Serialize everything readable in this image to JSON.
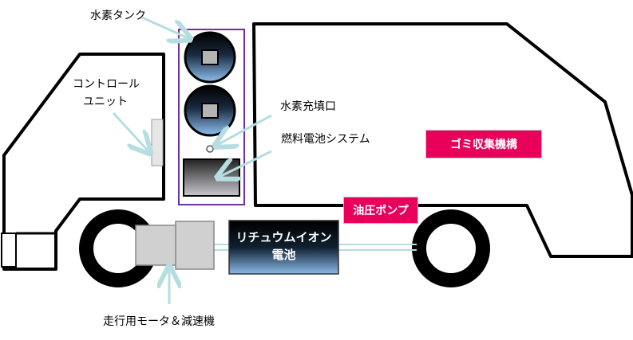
{
  "labels": {
    "hydrogen_tank": "水素タンク",
    "control_unit_line1": "コントロール",
    "control_unit_line2": "ユニット",
    "hydrogen_inlet": "水素充填口",
    "fuel_cell_system": "燃料電池システム",
    "garbage_mechanism": "ゴミ収集機構",
    "hydraulic_pump": "油圧ポンプ",
    "battery_line1": "リチュウムイオン",
    "battery_line2": "電池",
    "motor_reducer": "走行用モータ＆減速機"
  },
  "colors": {
    "outline": "#000000",
    "arrow": "#b6dde0",
    "badge": "#e8005a",
    "tank_box": "#7030a0",
    "battery_top": "#000000",
    "battery_bottom": "#7fb2e5"
  }
}
